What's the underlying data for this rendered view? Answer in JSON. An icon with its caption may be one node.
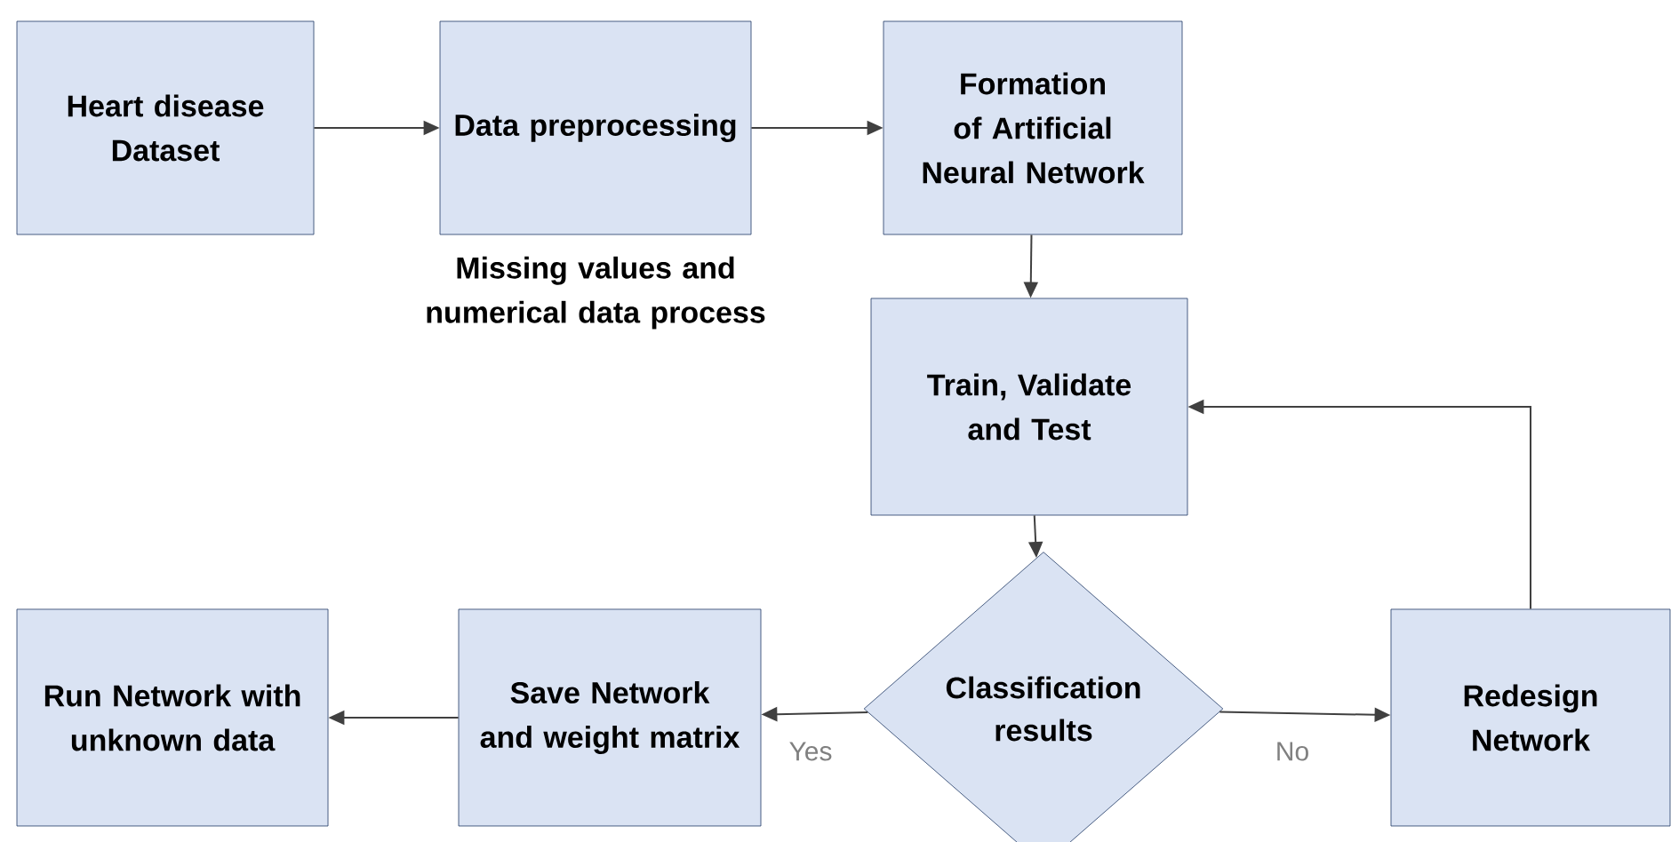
{
  "diagram": {
    "nodes": [
      {
        "text": [
          "Heart disease Dataset"
        ]
      },
      {
        "text": [
          "Data preprocessing"
        ],
        "beside": [
          "Missing values and numerical data process"
        ]
      },
      {
        "text": [
          "Formation of Artificial Neural Network"
        ]
      },
      {
        "text": [
          "Train, Validate and Test"
        ]
      },
      {
        "text": [
          "Classification results"
        ]
      },
      {
        "text": [
          "Redesign Network"
        ]
      },
      {
        "text": [
          "Save Network and weight matrix"
        ]
      },
      {
        "text": [
          "Run Network with unknown data"
        ]
      }
    ],
    "edges": [
      {
        "from": 0,
        "to": 1,
        "arrow": "to"
      },
      {
        "from": 1,
        "to": 2,
        "arrow": "to"
      },
      {
        "from": 2,
        "to": 3,
        "arrow": "to"
      },
      {
        "from": 3,
        "to": 4,
        "arrow": "to"
      },
      {
        "from": 4,
        "to": 6,
        "arrow": "to",
        "label": "Yes"
      },
      {
        "from": 4,
        "to": 5,
        "arrow": "to",
        "label": "No"
      },
      {
        "from": 5,
        "to": 3,
        "arrow": "to"
      },
      {
        "from": 6,
        "to": 7,
        "arrow": "to"
      }
    ]
  }
}
